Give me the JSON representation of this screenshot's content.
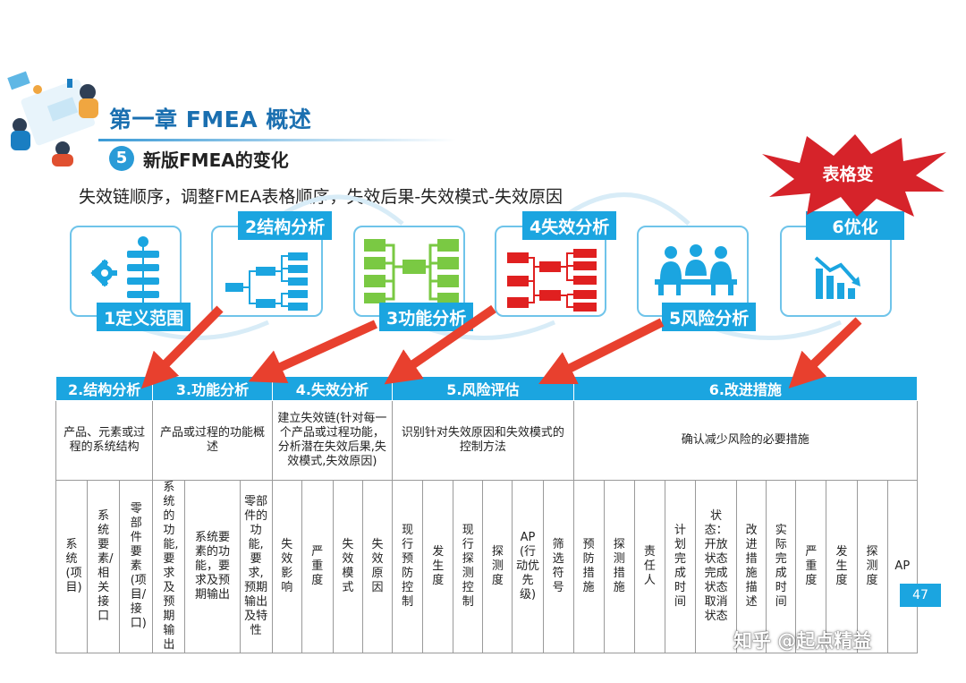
{
  "header": {
    "chapter_title": "第一章 FMEA 概述",
    "section_number": "5",
    "section_title": "新版FMEA的变化",
    "description": "失效链顺序，调整FMEA表格顺序，失效后果-失效模式-失效原因"
  },
  "steps": [
    {
      "label": "1定义范围",
      "icon": "gear-flowchart-icon"
    },
    {
      "label": "2结构分析",
      "icon": "tree-structure-icon"
    },
    {
      "label": "3功能分析",
      "icon": "function-map-icon"
    },
    {
      "label": "4失效分析",
      "icon": "failure-chain-icon"
    },
    {
      "label": "5风险分析",
      "icon": "team-meeting-icon"
    },
    {
      "label": "6优化",
      "icon": "declining-chart-icon"
    }
  ],
  "callout": "表格变",
  "table": {
    "headers": [
      "2.结构分析",
      "3.功能分析",
      "4.失效分析",
      "5.风险评估",
      "6.改进措施"
    ],
    "descriptions": [
      "产品、元素或过程的系统结构",
      "产品或过程的功能概述",
      "建立失效链(针对每一个产品或过程功能，分析潜在失效后果,失效模式,失效原因)",
      "识别针对失效原因和失效模式的控制方法",
      "确认减少风险的必要措施"
    ],
    "columns": [
      "系统(项目)",
      "系统要素/相关接口",
      "零部件要素(项目/接口)",
      "系统的功能,要求及预期输出",
      "系统要素的功能，要求及预期输出",
      "零部件的功能,要求,预期输出及特性",
      "失效影响",
      "严重度",
      "失效模式",
      "失效原因",
      "现行预防控制",
      "发生度",
      "现行探测控制",
      "探测度",
      "AP(行动优先级)",
      "筛选符号",
      "预防措施",
      "探测措施",
      "责任人",
      "计划完成时间",
      "状态：开放状态完成状态取消状态",
      "改进措施描述",
      "实际完成时间",
      "严重度",
      "发生度",
      "探测度",
      "AP"
    ]
  },
  "page_number": "47",
  "watermark": "知乎 @起点精益",
  "colors": {
    "accent": "#1ba5e0",
    "title_blue": "#1a6fb0",
    "arrow_red": "#e8402e",
    "burst_red": "#d6232a",
    "box_border": "#6fc4ea",
    "green": "#7ac943",
    "red": "#e02020"
  }
}
